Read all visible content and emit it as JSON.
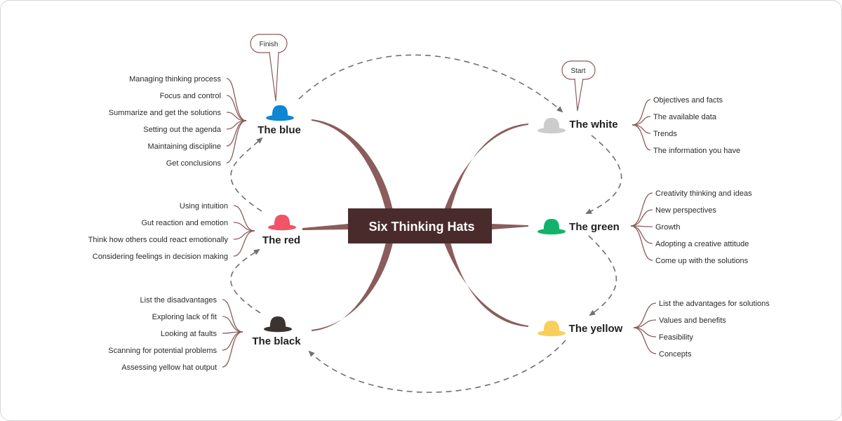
{
  "center": {
    "title": "Six Thinking Hats"
  },
  "colors": {
    "blue": "#0e86d4",
    "red": "#f25366",
    "black": "#3b3330",
    "white": "#cccccc",
    "green": "#11b36b",
    "yellow": "#f9cf5c",
    "branch": "#8a5c5c",
    "center_bg": "#4a2b2b",
    "arrow": "#707070"
  },
  "callouts": {
    "start": "Start",
    "finish": "Finish"
  },
  "hats": {
    "blue": {
      "label": "The blue",
      "items": [
        "Managing thinking process",
        "Focus and control",
        "Summarize and get the solutions",
        "Setting out the agenda",
        "Maintaining discipline",
        "Get conclusions"
      ]
    },
    "red": {
      "label": "The red",
      "items": [
        "Using intuition",
        "Gut reaction and emotion",
        "Think how others could react emotionally",
        "Considering feelings in decision making"
      ]
    },
    "black": {
      "label": "The black",
      "items": [
        "List the disadvantages",
        "Exploring lack of fit",
        "Looking at faults",
        "Scanning for potential problems",
        "Assessing yellow hat output"
      ]
    },
    "white": {
      "label": "The white",
      "items": [
        "Objectives and facts",
        "The available data",
        "Trends",
        "The information you have"
      ]
    },
    "green": {
      "label": "The green",
      "items": [
        "Creativity thinking and ideas",
        "New perspectives",
        "Growth",
        "Adopting a creative attitude",
        "Come up with the solutions"
      ]
    },
    "yellow": {
      "label": "The yellow",
      "items": [
        "List the advantages for solutions",
        "Values and benefits",
        "Feasibility",
        "Concepts"
      ]
    }
  }
}
